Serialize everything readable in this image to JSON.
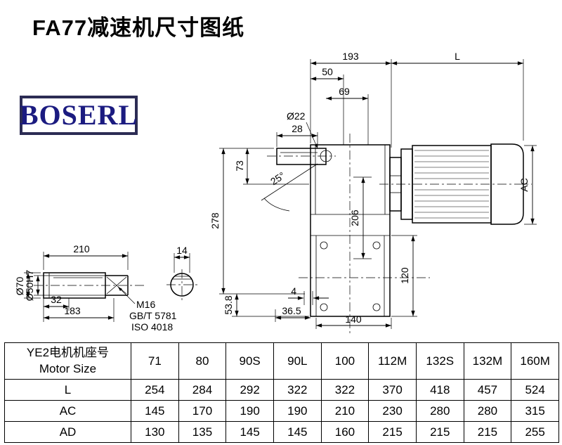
{
  "title": "FA77减速机尺寸图纸",
  "logo_text": "BOSERL",
  "drawing": {
    "d193": "193",
    "dL": "L",
    "d50": "50",
    "d69": "69",
    "dia22": "Ø22",
    "d28": "28",
    "d73": "73",
    "a25": "25°",
    "d278": "278",
    "d206": "206",
    "dAC": "AC",
    "d120": "120",
    "d4": "4",
    "d36_5": "36.5",
    "d140": "140",
    "d53_8": "53.8",
    "d210": "210",
    "d14": "14",
    "dia70": "Ø70",
    "dia50": "Ø50H7",
    "d32": "32",
    "d183": "183",
    "m16": "M16",
    "gbt": "GB/T 5781",
    "iso": "ISO 4018"
  },
  "table": {
    "motor_label_cn": "YE2电机机座号",
    "motor_label_en": "Motor Size",
    "sizes": [
      "71",
      "80",
      "90S",
      "90L",
      "100",
      "112M",
      "132S",
      "132M",
      "160M"
    ],
    "rows": [
      {
        "label": "L",
        "values": [
          "254",
          "284",
          "292",
          "322",
          "322",
          "370",
          "418",
          "457",
          "524"
        ]
      },
      {
        "label": "AC",
        "values": [
          "145",
          "170",
          "190",
          "190",
          "210",
          "230",
          "280",
          "280",
          "315"
        ]
      },
      {
        "label": "AD",
        "values": [
          "130",
          "135",
          "145",
          "145",
          "160",
          "215",
          "215",
          "215",
          "255"
        ]
      }
    ]
  }
}
